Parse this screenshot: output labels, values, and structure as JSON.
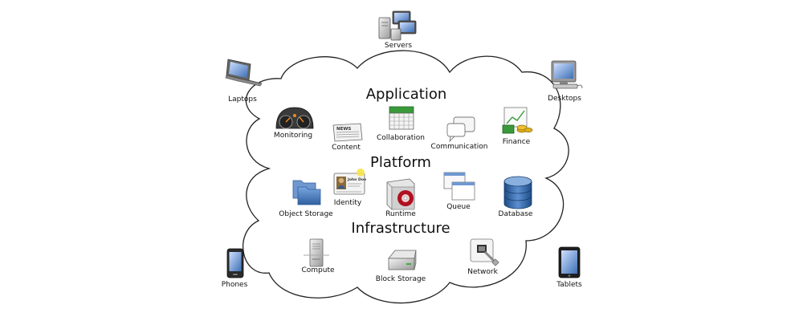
{
  "layers": {
    "application": "Application",
    "platform": "Platform",
    "infrastructure": "Infrastructure"
  },
  "clients": {
    "servers": "Servers",
    "laptops": "Laptops",
    "desktops": "Desktops",
    "phones": "Phones",
    "tablets": "Tablets"
  },
  "application_services": {
    "monitoring": "Monitoring",
    "content": "Content",
    "collaboration": "Collaboration",
    "communication": "Communication",
    "finance": "Finance"
  },
  "platform_services": {
    "object_storage": "Object Storage",
    "identity": "Identity",
    "runtime": "Runtime",
    "queue": "Queue",
    "database": "Database"
  },
  "infrastructure_services": {
    "compute": "Compute",
    "block_storage": "Block Storage",
    "network": "Network"
  },
  "identity_card": {
    "name": "John Doe"
  },
  "content_icon": {
    "text": "NEWS"
  },
  "colors": {
    "cloud_stroke": "#222222",
    "folder_blue": "#4f7fbf",
    "database_blue": "#2c5e9e",
    "finance_green": "#3a9a3a",
    "runtime_red": "#b01020"
  }
}
